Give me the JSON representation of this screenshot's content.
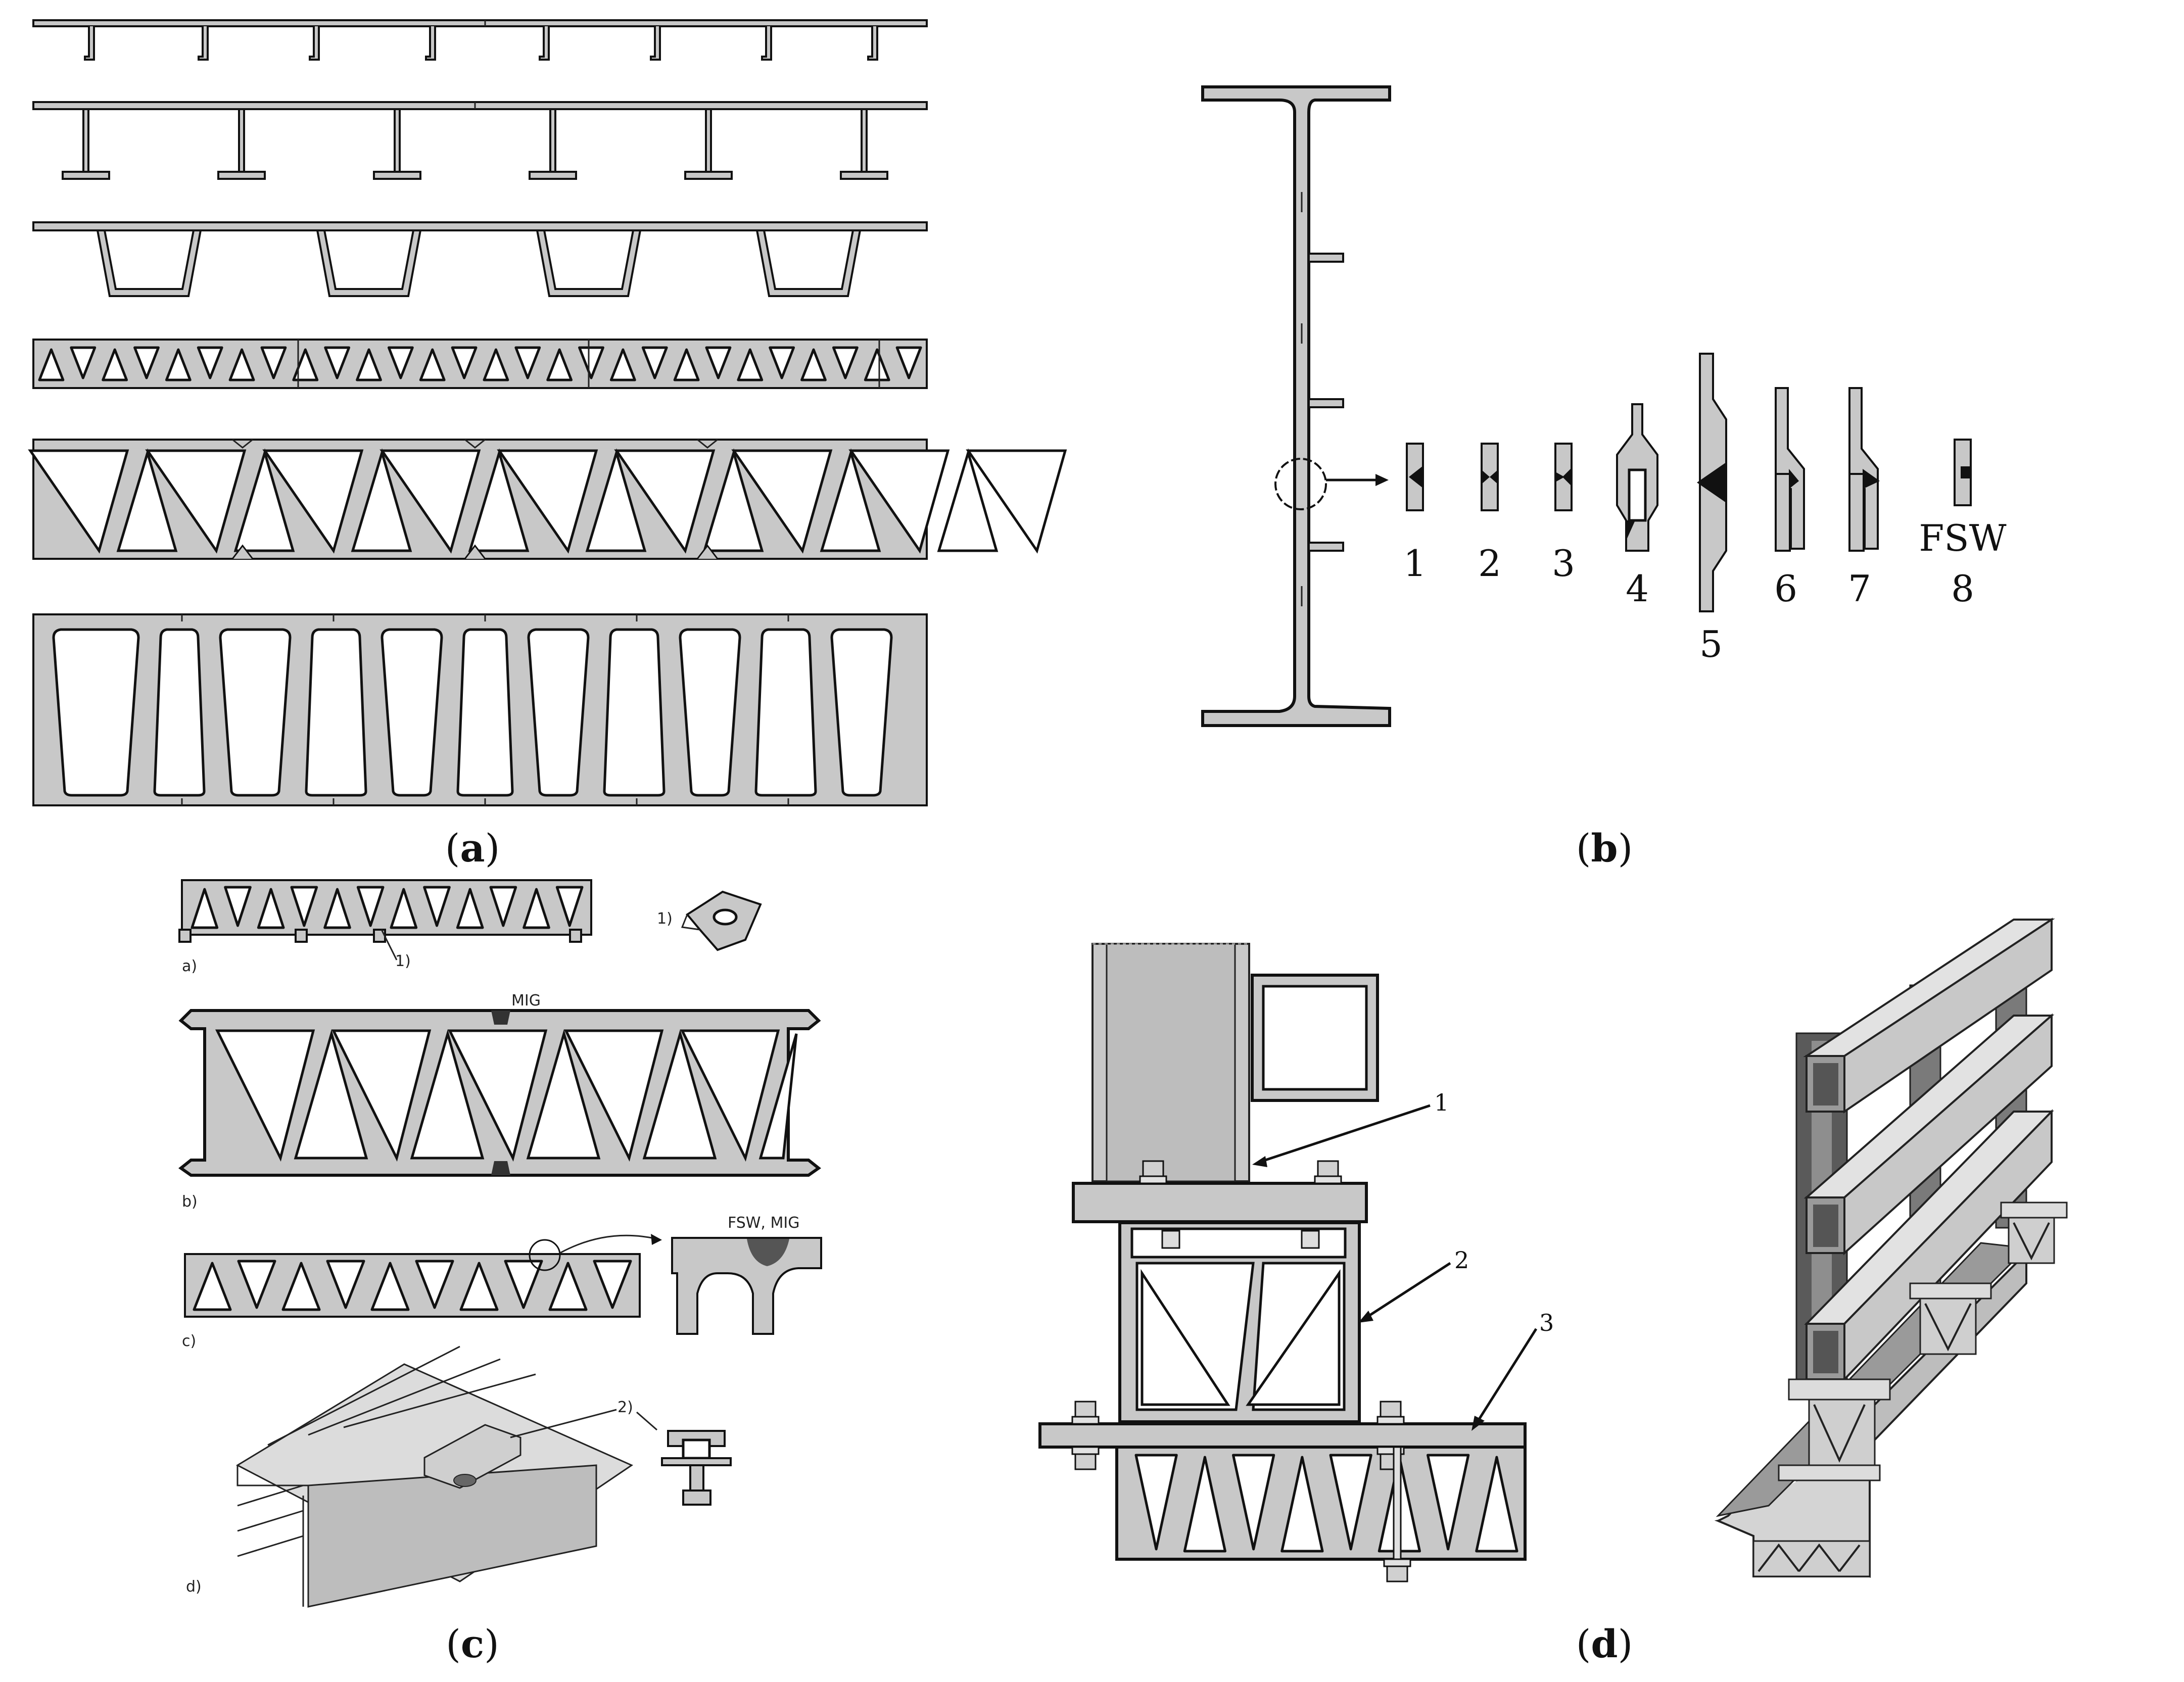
{
  "panels": {
    "a": {
      "caption_open": "(",
      "caption_letter": "a",
      "caption_close": ")"
    },
    "b": {
      "caption_open": "(",
      "caption_letter": "b",
      "caption_close": ")",
      "weld_labels": [
        "1",
        "2",
        "3",
        "4",
        "5",
        "6",
        "7",
        "8"
      ],
      "fsw_label": "FSW"
    },
    "c": {
      "caption_open": "(",
      "caption_letter": "c",
      "caption_close": ")",
      "sub_a": "a)",
      "sub_b": "b)",
      "sub_c": "c)",
      "sub_d": "d)",
      "callout_1": "1)",
      "callout_1_detail": "1)",
      "callout_2": "2)",
      "mig_label": "MIG",
      "fsw_mig_label": "FSW, MIG"
    },
    "d": {
      "caption_open": "(",
      "caption_letter": "d",
      "caption_close": ")",
      "callouts": [
        "1",
        "2",
        "3"
      ]
    }
  },
  "colors": {
    "fill": "#c8c8c8",
    "stroke": "#111111",
    "dark": "#6e6e6e",
    "light": "#e2e2e2"
  }
}
